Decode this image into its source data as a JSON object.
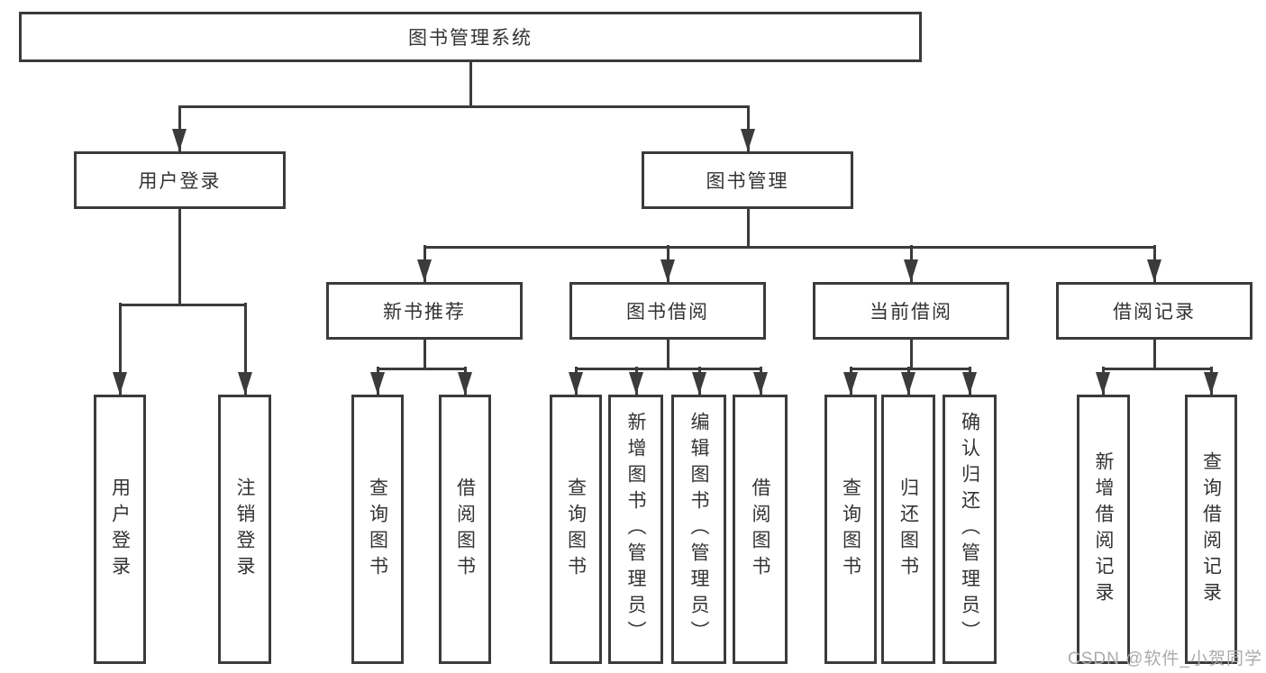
{
  "diagram_title": "图书管理系统",
  "colors": {
    "line": "#3b3b3b",
    "text": "#333333",
    "watermark": "#ababab",
    "background": "#ffffff"
  },
  "nodes": {
    "root": {
      "label": "图书管理系统"
    },
    "branches": [
      {
        "label": "用户登录"
      },
      {
        "label": "图书管理"
      }
    ],
    "modules": [
      {
        "label": "新书推荐"
      },
      {
        "label": "图书借阅"
      },
      {
        "label": "当前借阅"
      },
      {
        "label": "借阅记录"
      }
    ],
    "leaves": [
      {
        "label": "用户登录",
        "parent": "用户登录"
      },
      {
        "label": "注销登录",
        "parent": "用户登录"
      },
      {
        "label": "查询图书",
        "parent": "新书推荐"
      },
      {
        "label": "借阅图书",
        "parent": "新书推荐"
      },
      {
        "label": "查询图书",
        "parent": "图书借阅"
      },
      {
        "label": "新增图书（管理员）",
        "parent": "图书借阅"
      },
      {
        "label": "编辑图书（管理员）",
        "parent": "图书借阅"
      },
      {
        "label": "借阅图书",
        "parent": "图书借阅"
      },
      {
        "label": "查询图书",
        "parent": "当前借阅"
      },
      {
        "label": "归还图书",
        "parent": "当前借阅"
      },
      {
        "label": "确认归还（管理员）",
        "parent": "当前借阅"
      },
      {
        "label": "新增借阅记录",
        "parent": "借阅记录"
      },
      {
        "label": "查询借阅记录",
        "parent": "借阅记录"
      }
    ]
  },
  "watermark": "CSDN @软件_小贺同学"
}
